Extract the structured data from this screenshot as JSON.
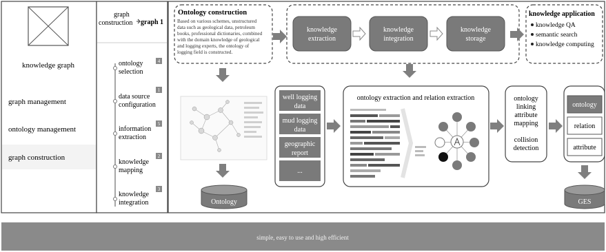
{
  "sidebar": {
    "logo_label": "knowledge graph",
    "menu": [
      "graph management",
      "ontology management",
      "graph construction"
    ]
  },
  "nav": {
    "breadcrumb": "graph construction",
    "current": "graph 1",
    "steps": [
      {
        "label": "ontology selection",
        "badge": "4"
      },
      {
        "label": "data source configuration",
        "badge": "1"
      },
      {
        "label": "information extraction",
        "badge": "5"
      },
      {
        "label": "knowledge mapping",
        "badge": "2"
      },
      {
        "label": "knowledge integration",
        "badge": "3"
      }
    ]
  },
  "ontology": {
    "title": "Ontology construction",
    "desc": "Based on various schemes, unstructured data such as geological data, petroleum books, professional dictionaries, combined with the domain knowledge of geological and logging experts, the ontology of logging field is constructed.",
    "db_label": "Ontology"
  },
  "pipeline": [
    "knowledge extraction",
    "knowledge integration",
    "knowledge storage"
  ],
  "application": {
    "title": "knowledge application",
    "items": [
      "knowledge QA",
      "semantic search",
      "knowledge computing"
    ]
  },
  "sources": [
    "well logging data",
    "mud logging data",
    "geographic report",
    "..."
  ],
  "extraction": {
    "title": "ontology extraction and relation extraction"
  },
  "linking": [
    "ontology",
    "linking",
    "attribute",
    "mapping",
    "collision",
    "detection"
  ],
  "ges": {
    "items": [
      "ontology",
      "relation",
      "attribute"
    ],
    "db_label": "GES"
  },
  "footer": "simple, easy to use and high efficient",
  "colors": {
    "box_dark": "#7a7a7a",
    "arrow": "#7f7f7f",
    "footer": "#8a8a8a"
  }
}
